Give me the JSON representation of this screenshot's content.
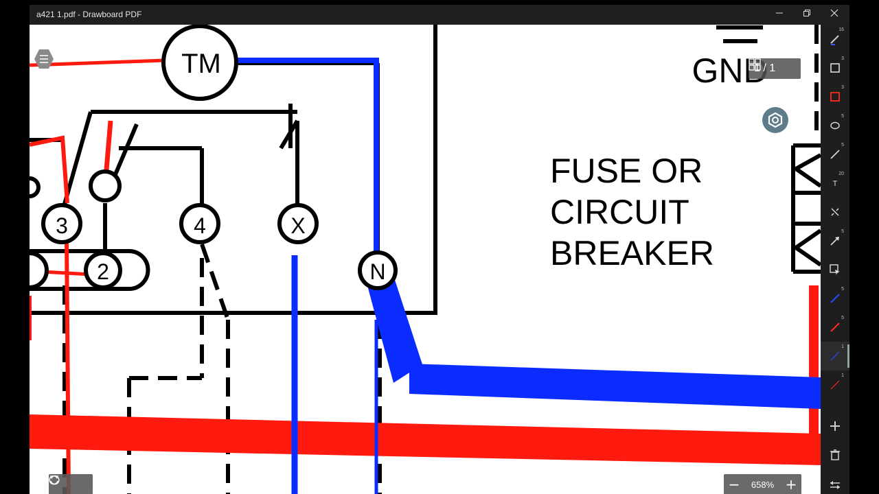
{
  "window": {
    "title": "a421 1.pdf - Drawboard PDF",
    "minimize_icon": "minimize-icon",
    "maximize_icon": "restore-icon",
    "close_icon": "close-icon"
  },
  "document": {
    "labels": {
      "tm": "TM",
      "gnd": "GND",
      "fuse_line1": "FUSE OR",
      "fuse_line2": "CIRCUIT",
      "fuse_line3": "BREAKER",
      "terminal_3": "3",
      "terminal_2": "2",
      "terminal_4": "4",
      "terminal_x": "X",
      "terminal_n": "N"
    },
    "colors": {
      "red_wire": "#ff1a10",
      "blue_wire": "#0a2cff",
      "black_line": "#000000"
    }
  },
  "page_indicator": {
    "text": "1 / 1",
    "grid_icon": "grid-view-icon"
  },
  "zoom": {
    "value": "658%",
    "minus": "−",
    "plus": "+"
  },
  "toolbar": {
    "tools": [
      {
        "name": "pen-tool",
        "badge": "16"
      },
      {
        "name": "rectangle-black-tool",
        "badge": "3"
      },
      {
        "name": "rectangle-red-tool",
        "badge": "3"
      },
      {
        "name": "ellipse-tool",
        "badge": "5"
      },
      {
        "name": "line-tool",
        "badge": "5"
      },
      {
        "name": "text-tool",
        "badge": "20"
      },
      {
        "name": "eraser-tool",
        "badge": ""
      },
      {
        "name": "arrow-tool",
        "badge": "5"
      },
      {
        "name": "select-tool",
        "badge": ""
      },
      {
        "name": "blue-line-tool",
        "badge": "5"
      },
      {
        "name": "red-line-tool",
        "badge": "5"
      },
      {
        "name": "blue-line-thin-tool",
        "badge": "1"
      },
      {
        "name": "red-line-thin-tool",
        "badge": "1"
      }
    ],
    "add_icon": "add-icon",
    "delete_icon": "trash-icon",
    "swap_icon": "swap-icon"
  }
}
